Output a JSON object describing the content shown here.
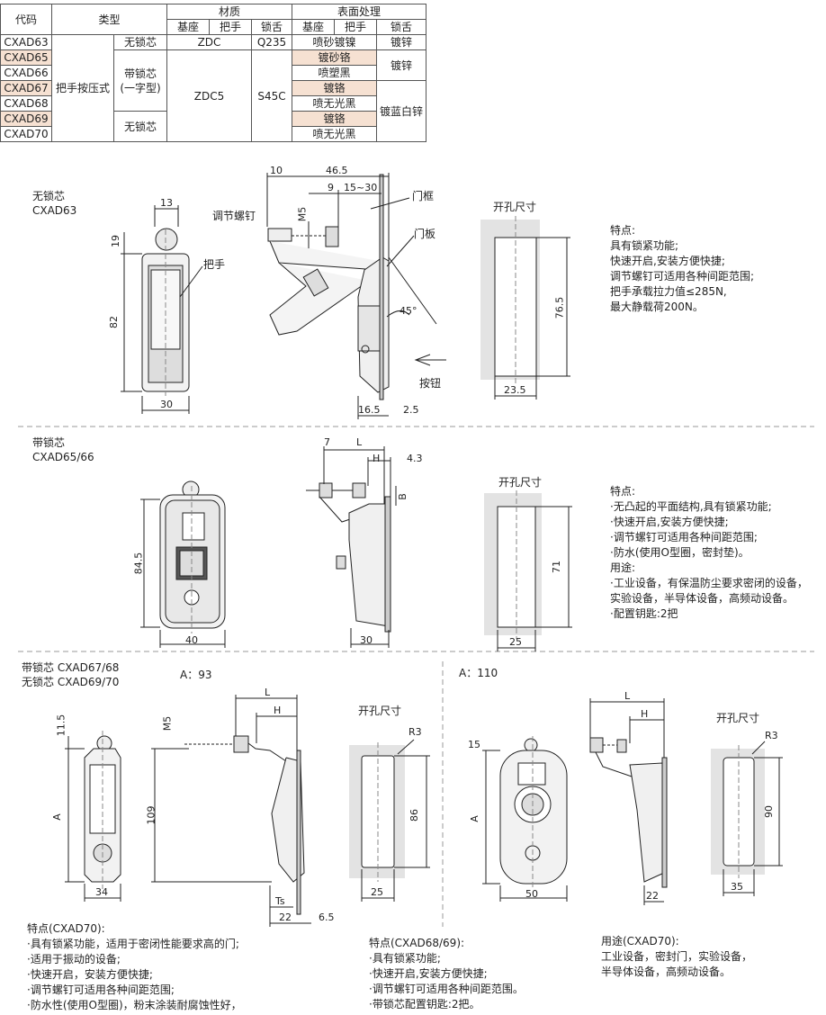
{
  "table": {
    "headers": {
      "code": "代码",
      "type": "类型",
      "material": "材质",
      "surface": "表面处理",
      "base": "基座",
      "handle": "把手",
      "tongue": "锁舌"
    },
    "codes": [
      "CXAD63",
      "CXAD65",
      "CXAD66",
      "CXAD67",
      "CXAD68",
      "CXAD69",
      "CXAD70"
    ],
    "type_main": "把手按压式",
    "lock_none": "无锁芯",
    "lock_with": "带锁芯",
    "lock_with_sub": "(一字型)",
    "lock_none2": "无锁芯",
    "mat_zdc": "ZDC",
    "mat_q235": "Q235",
    "mat_zdc5": "ZDC5",
    "mat_s45c": "S45C",
    "s_r1_base": "喷砂镀镍",
    "s_r1_tongue": "镀锌",
    "s_r2": "镀砂铬",
    "s_r3": "喷塑黑",
    "s_r23_tongue": "镀锌",
    "s_r4": "镀铬",
    "s_r5": "喷无光黑",
    "s_r47_tongue": "镀蓝白锌",
    "s_r6": "镀铬",
    "s_r7": "喷无光黑"
  },
  "sec1": {
    "title1": "无锁芯",
    "title2": "CXAD63",
    "labels": {
      "screw": "调节螺钉",
      "handle": "把手",
      "frame": "门框",
      "panel": "门板",
      "button": "按钮",
      "cutout": "开孔尺寸"
    },
    "dims": {
      "d13": "13",
      "d19": "19",
      "d82": "82",
      "d30": "30",
      "d10": "10",
      "d465": "46.5",
      "d9": "9",
      "d1530": "15~30",
      "m5": "M5",
      "d45": "45°",
      "d165": "16.5",
      "d25": "2.5",
      "d765": "76.5",
      "d235": "23.5"
    },
    "features": [
      "特点:",
      "具有锁紧功能;",
      "快速开启,安装方便快捷;",
      "调节螺钉可适用各种间距范围;",
      "把手承载拉力值≤285N,",
      "最大静载荷200N。"
    ]
  },
  "sec2": {
    "title1": "带锁芯",
    "title2": "CXAD65/66",
    "cutout": "开孔尺寸",
    "dims": {
      "d7": "7",
      "L": "L",
      "H": "H",
      "d43": "4.3",
      "B": "B",
      "d845": "84.5",
      "d40": "40",
      "d30": "30",
      "d71": "71",
      "d25": "25"
    },
    "features": [
      "特点:",
      "·无凸起的平面结构,具有锁紧功能;",
      "·快速开启,安装方便快捷;",
      "·调节螺钉可适用各种间距范围;",
      "·防水(使用O型圈，密封垫)。",
      "用途:",
      "·工业设备，有保温防尘要求密闭的设备，",
      "实验设备，半导体设备，高频动设备。",
      "·配置钥匙:2把"
    ]
  },
  "sec3": {
    "title1": "带锁芯 CXAD67/68",
    "title2": "无锁芯 CXAD69/70",
    "a93": "A：93",
    "a110": "A：110",
    "cutout1": "开孔尺寸",
    "cutout2": "开孔尺寸",
    "dims": {
      "d115": "11.5",
      "A": "A",
      "d34": "34",
      "m5": "M5",
      "L": "L",
      "H": "H",
      "d109": "109",
      "Ts": "Ts",
      "d22": "22",
      "d65": "6.5",
      "R3": "R3",
      "d86": "86",
      "d25": "25",
      "d15": "15",
      "d50": "50",
      "d90": "90",
      "d35": "35",
      "L2": "L",
      "H2": "H",
      "A2": "A",
      "R3b": "R3",
      "d22b": "22"
    },
    "feat70": [
      "特点(CXAD70):",
      "·具有锁紧功能，适用于密闭性能要求高的门;",
      "·适用于振动的设备;",
      "·快速开启，安装方便快捷;",
      "·调节螺钉可适用各种间距范围;",
      "·防水性(使用O型圈)，粉末涂装耐腐蚀性好，"
    ],
    "feat6869": [
      "特点(CXAD68/69):",
      "·具有锁紧功能;",
      "·快速开启,安装方便快捷;",
      "·调节螺钉可适用各种间距范围。",
      "·带锁芯配置钥匙:2把。"
    ],
    "use70": [
      "用途(CXAD70):",
      "工业设备，密封门，实验设备，",
      "半导体设备，高频动设备。"
    ]
  }
}
